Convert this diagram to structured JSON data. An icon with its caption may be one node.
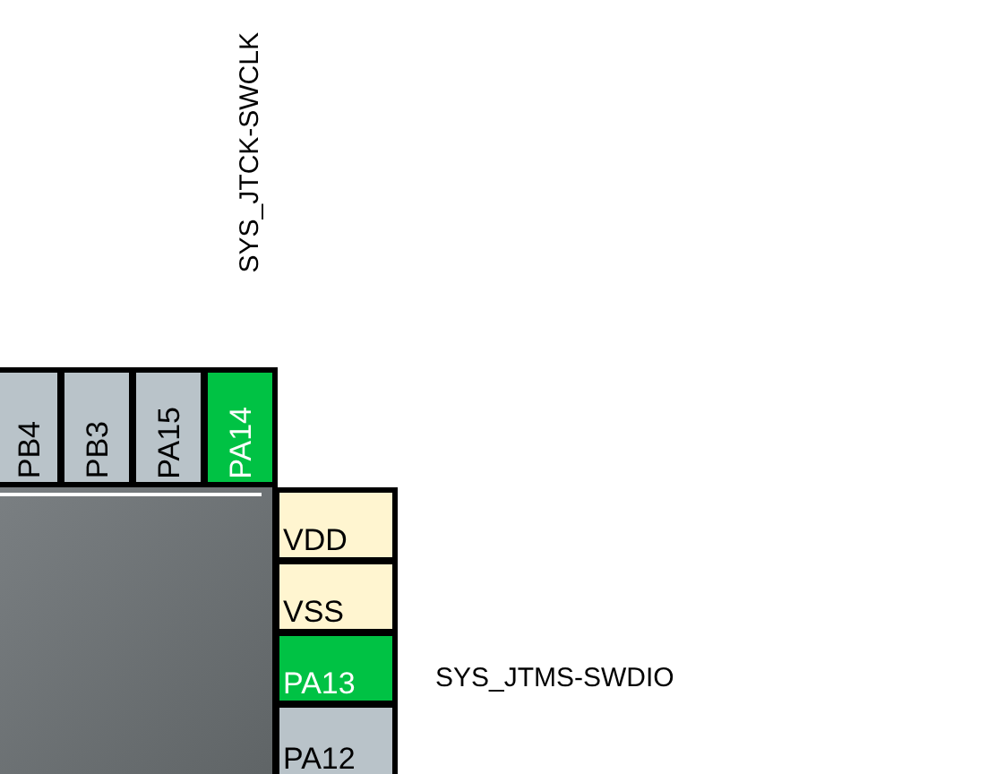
{
  "diagram": {
    "nodes": [
      {
        "text": [
          "PB4"
        ]
      },
      {
        "text": [
          "PB3"
        ]
      },
      {
        "text": [
          "PA15"
        ]
      },
      {
        "text": [
          "PA14"
        ],
        "beside": [
          "SYS_JTCK-SWCLK"
        ]
      },
      {
        "text": [
          "VDD"
        ]
      },
      {
        "text": [
          "VSS"
        ]
      },
      {
        "text": [
          "PA13"
        ],
        "beside": [
          "SYS_JTMS-SWDIO"
        ]
      },
      {
        "text": [
          "PA12"
        ]
      },
      {
        "text": [],
        "shape": "box"
      }
    ]
  }
}
